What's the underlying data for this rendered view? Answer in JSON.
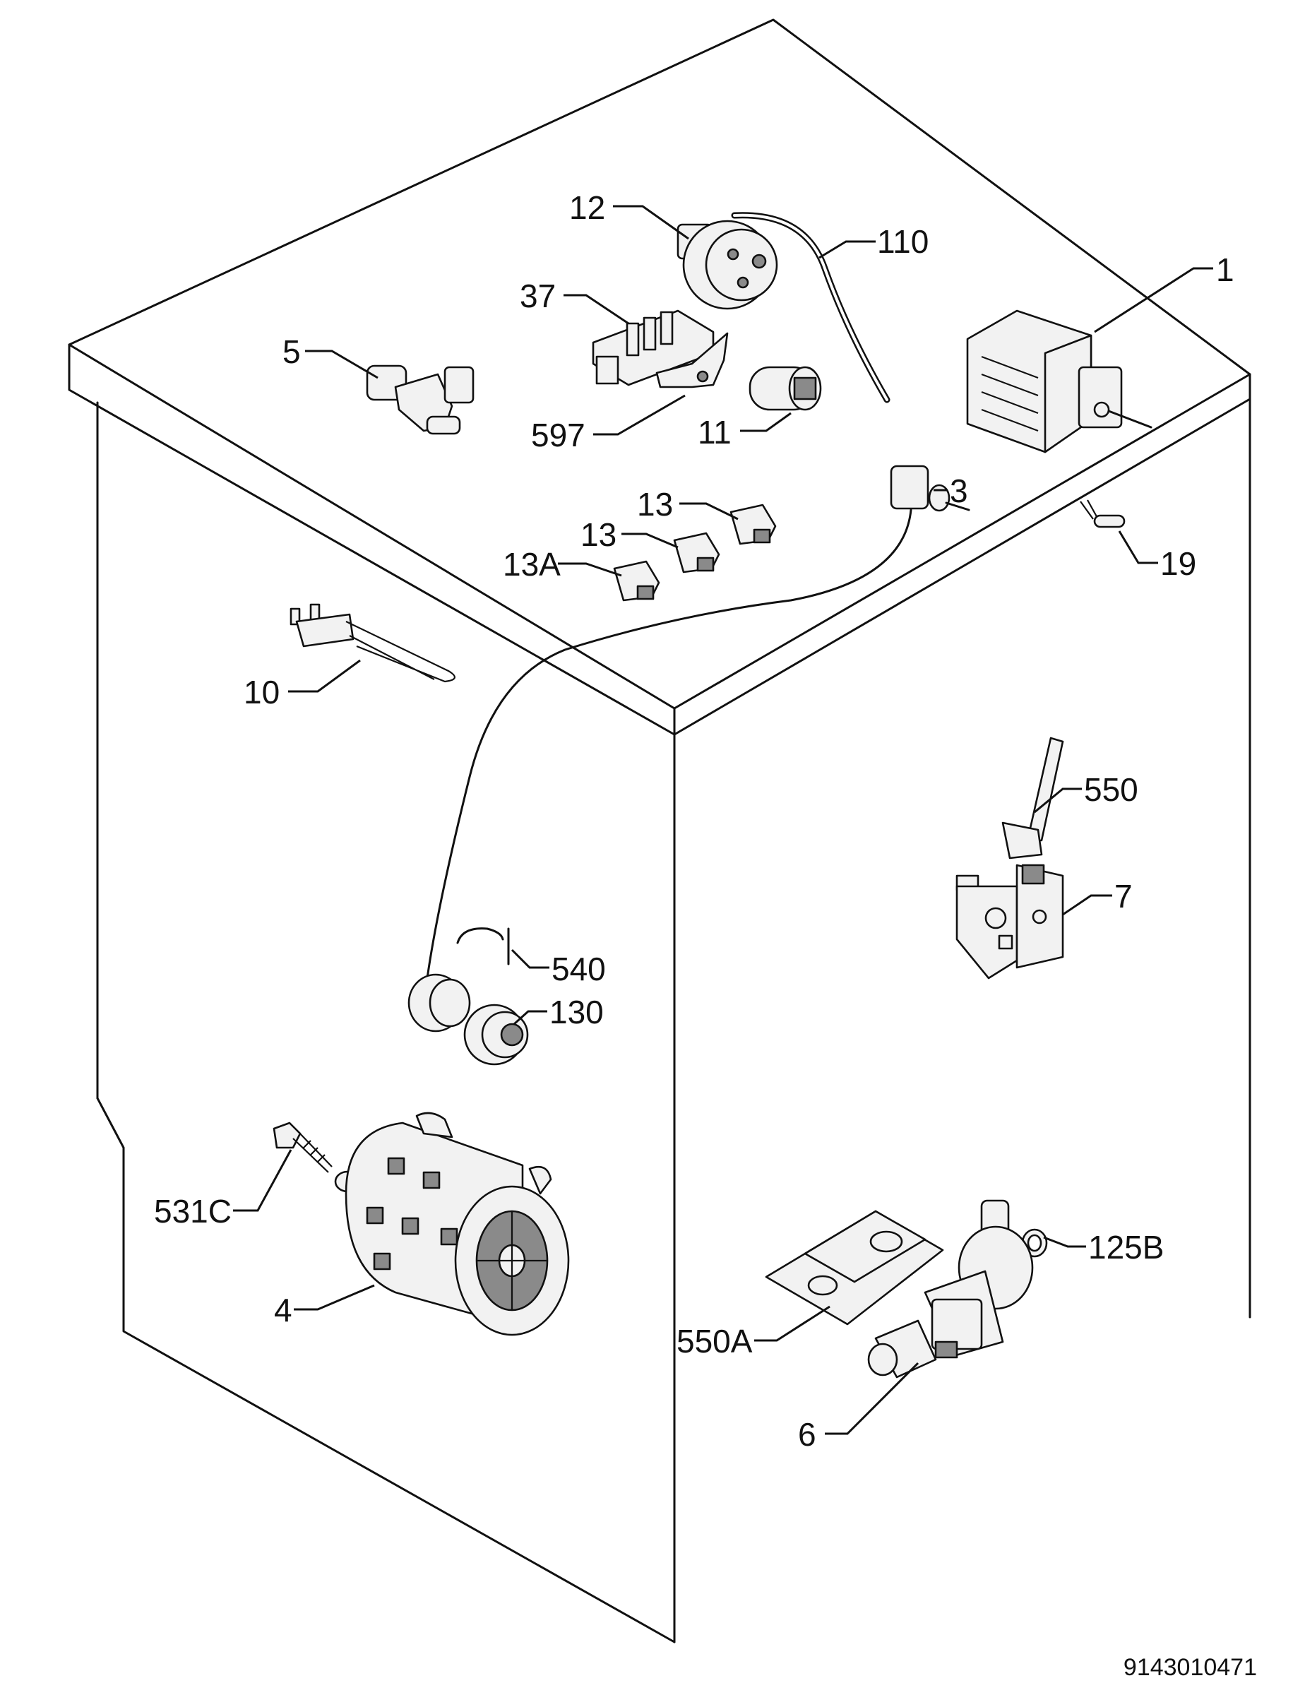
{
  "diagram": {
    "callouts": [
      {
        "id": "c12",
        "label": "12"
      },
      {
        "id": "c110",
        "label": "110"
      },
      {
        "id": "c1",
        "label": "1"
      },
      {
        "id": "c37",
        "label": "37"
      },
      {
        "id": "c5",
        "label": "5"
      },
      {
        "id": "c597",
        "label": "597"
      },
      {
        "id": "c11",
        "label": "11"
      },
      {
        "id": "c3",
        "label": "3"
      },
      {
        "id": "c13a",
        "label": "13"
      },
      {
        "id": "c13b",
        "label": "13"
      },
      {
        "id": "c13A",
        "label": "13A"
      },
      {
        "id": "c19",
        "label": "19"
      },
      {
        "id": "c10",
        "label": "10"
      },
      {
        "id": "c550",
        "label": "550"
      },
      {
        "id": "c7",
        "label": "7"
      },
      {
        "id": "c540",
        "label": "540"
      },
      {
        "id": "c130",
        "label": "130"
      },
      {
        "id": "c531C",
        "label": "531C"
      },
      {
        "id": "c4",
        "label": "4"
      },
      {
        "id": "c125B",
        "label": "125B"
      },
      {
        "id": "c550A",
        "label": "550A"
      },
      {
        "id": "c6",
        "label": "6"
      }
    ],
    "drawing_number": "9143010471"
  }
}
